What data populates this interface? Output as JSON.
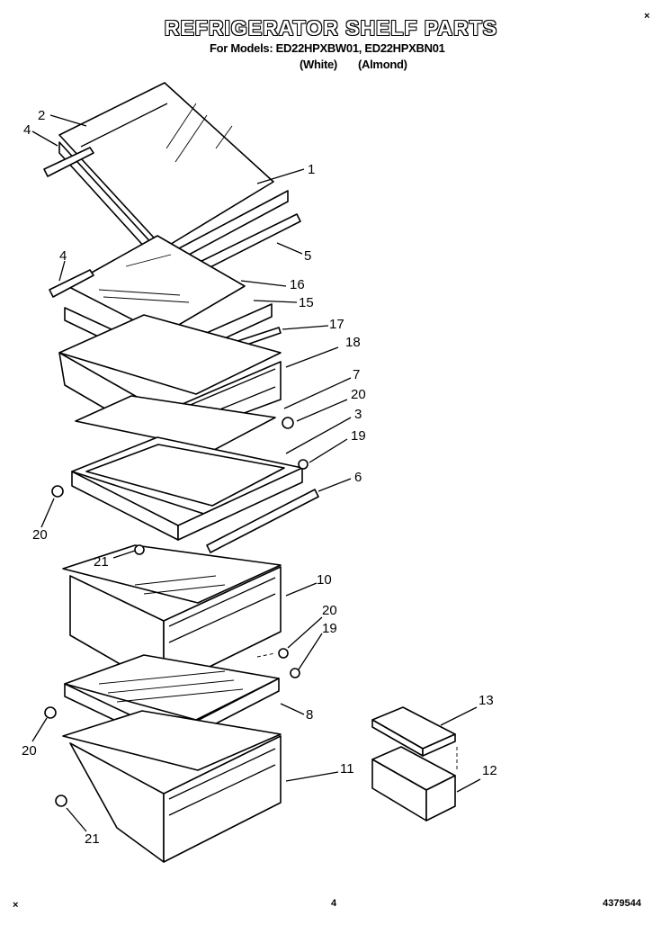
{
  "title": "REFRIGERATOR SHELF PARTS",
  "models_line": "For Models: ED22HPXBW01, ED22HPXBN01",
  "color_white": "(White)",
  "color_almond": "(Almond)",
  "callouts": [
    "2",
    "4",
    "1",
    "5",
    "4",
    "16",
    "15",
    "17",
    "18",
    "7",
    "20",
    "3",
    "19",
    "6",
    "20",
    "21",
    "10",
    "20",
    "19",
    "8",
    "20",
    "13",
    "11",
    "12",
    "21"
  ],
  "footer": {
    "page": "4",
    "doc_number": "4379544",
    "mark_top": "×",
    "mark_bottom": "×"
  }
}
